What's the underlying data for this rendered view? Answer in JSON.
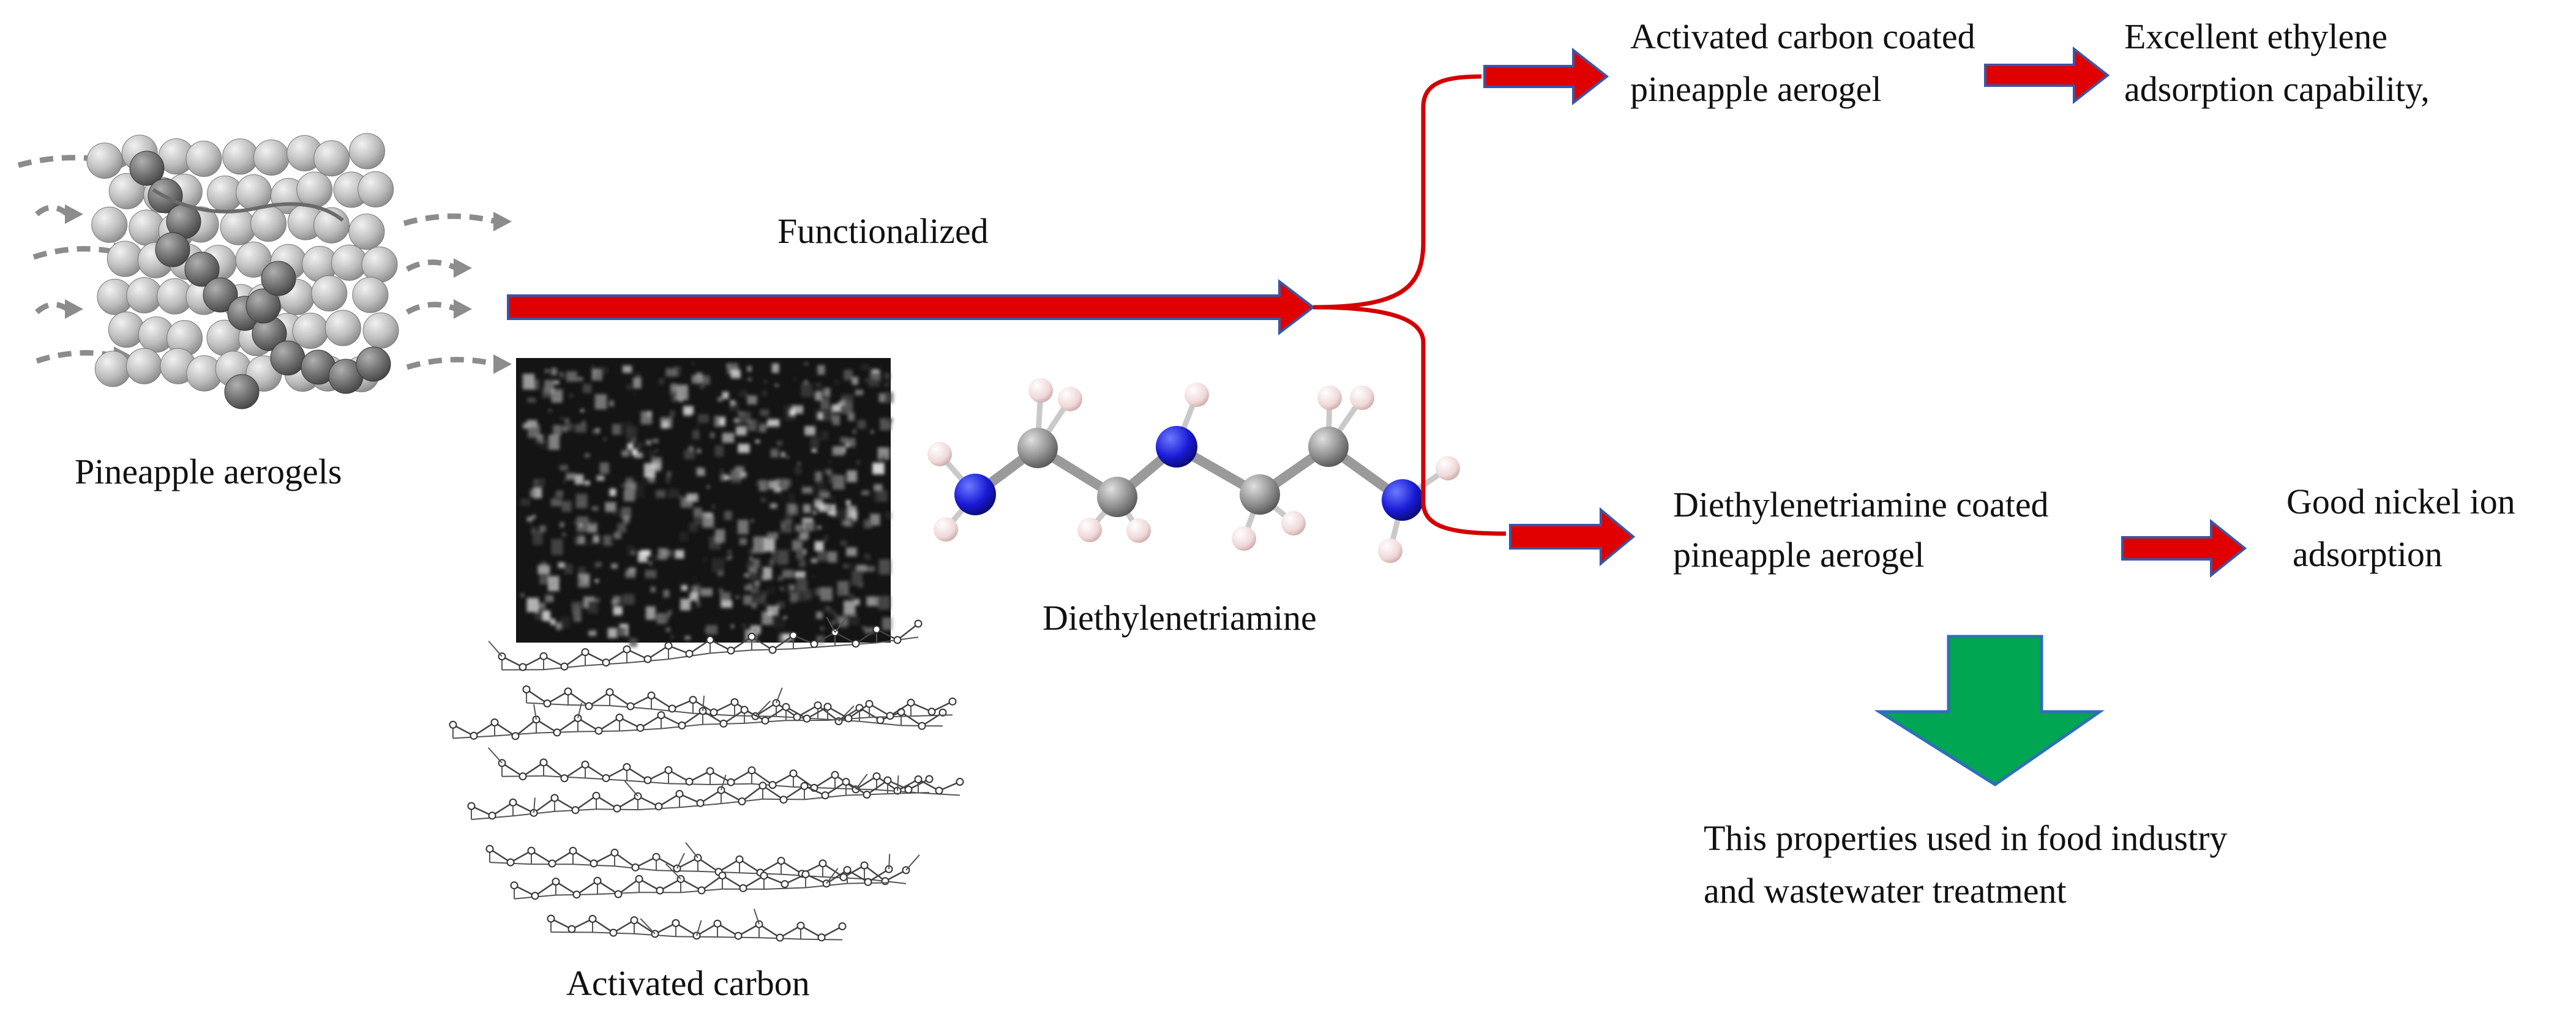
{
  "labels": {
    "pineapple_aerogels": "Pineapple aerogels",
    "functionalized": "Functionalized",
    "activated_carbon": "Activated carbon",
    "diethylenetriamine": "Diethylenetriamine",
    "ac_coated": {
      "line1": "Activated carbon coated",
      "line2": "pineapple aerogel"
    },
    "ethylene": {
      "line1": "Excellent ethylene",
      "line2": "adsorption capability,"
    },
    "deta_coated": {
      "line1": "Diethylenetriamine coated",
      "line2": "pineapple aerogel"
    },
    "nickel": {
      "line1": "Good nickel ion",
      "line2": "adsorption"
    },
    "applications": {
      "line1": "This properties used in food industry",
      "line2": "and wastewater treatment"
    }
  },
  "colors": {
    "arrow_fill": "#e00000",
    "arrow_stroke": "#3a56a5",
    "branch_line": "#d40000",
    "down_arrow_fill": "#00a651",
    "down_arrow_stroke": "#2e6fb8",
    "nitrogen_atom": "#1a1ad6",
    "carbon_atom": "#8f8f8f",
    "hydrogen_atom": "#f0d7d7"
  },
  "icons": {
    "aerogel": "aerogel-particle-icon",
    "carbon_texture": "activated-carbon-micrograph",
    "carbon_lattice": "carbon-lattice-icon",
    "molecule": "diethylenetriamine-molecule-icon"
  }
}
